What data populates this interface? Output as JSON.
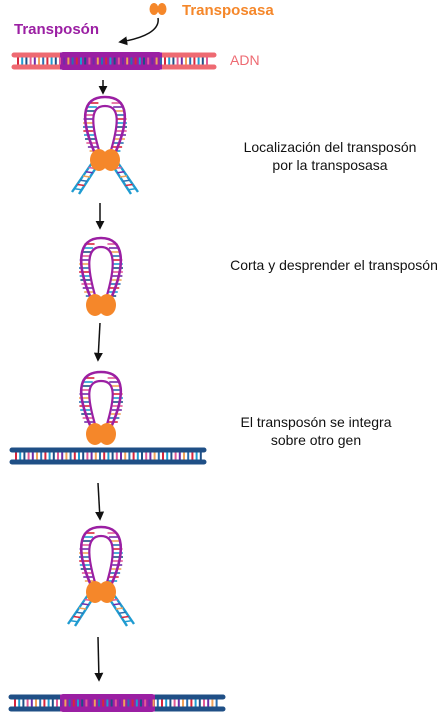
{
  "labels": {
    "transposon": "Transposón",
    "transposase": "Transposasa",
    "dna": "ADN"
  },
  "steps": [
    [
      "Localización del transposón",
      "por la transposasa"
    ],
    [
      "Corta y desprender el transposón"
    ],
    [
      "El transposón se integra",
      "sobre otro gen"
    ]
  ],
  "colors": {
    "transposon": "#9b1fa3",
    "transposase": "#f5872a",
    "dna_source": "#ee6a72",
    "dna_target": "#1f4f86",
    "text": "#111111",
    "arrow": "#111111"
  }
}
